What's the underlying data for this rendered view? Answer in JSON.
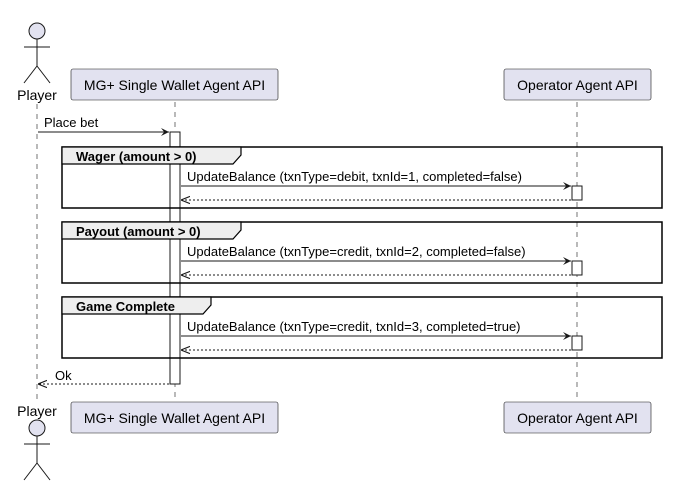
{
  "participants": {
    "player": "Player",
    "wallet": "MG+ Single Wallet Agent API",
    "operator": "Operator Agent API"
  },
  "messages": {
    "place_bet": "Place bet",
    "ok": "Ok"
  },
  "fragments": [
    {
      "title": "Wager (amount > 0)",
      "call": "UpdateBalance (txnType=debit, txnId=1, completed=false)"
    },
    {
      "title": "Payout (amount > 0)",
      "call": "UpdateBalance (txnType=credit, txnId=2, completed=false)"
    },
    {
      "title": "Game Complete",
      "call": "UpdateBalance (txnType=credit, txnId=3, completed=true)"
    }
  ],
  "colors": {
    "participant_fill": "#E2E2F0",
    "participant_stroke": "#181818",
    "lifeline": "#181818"
  }
}
